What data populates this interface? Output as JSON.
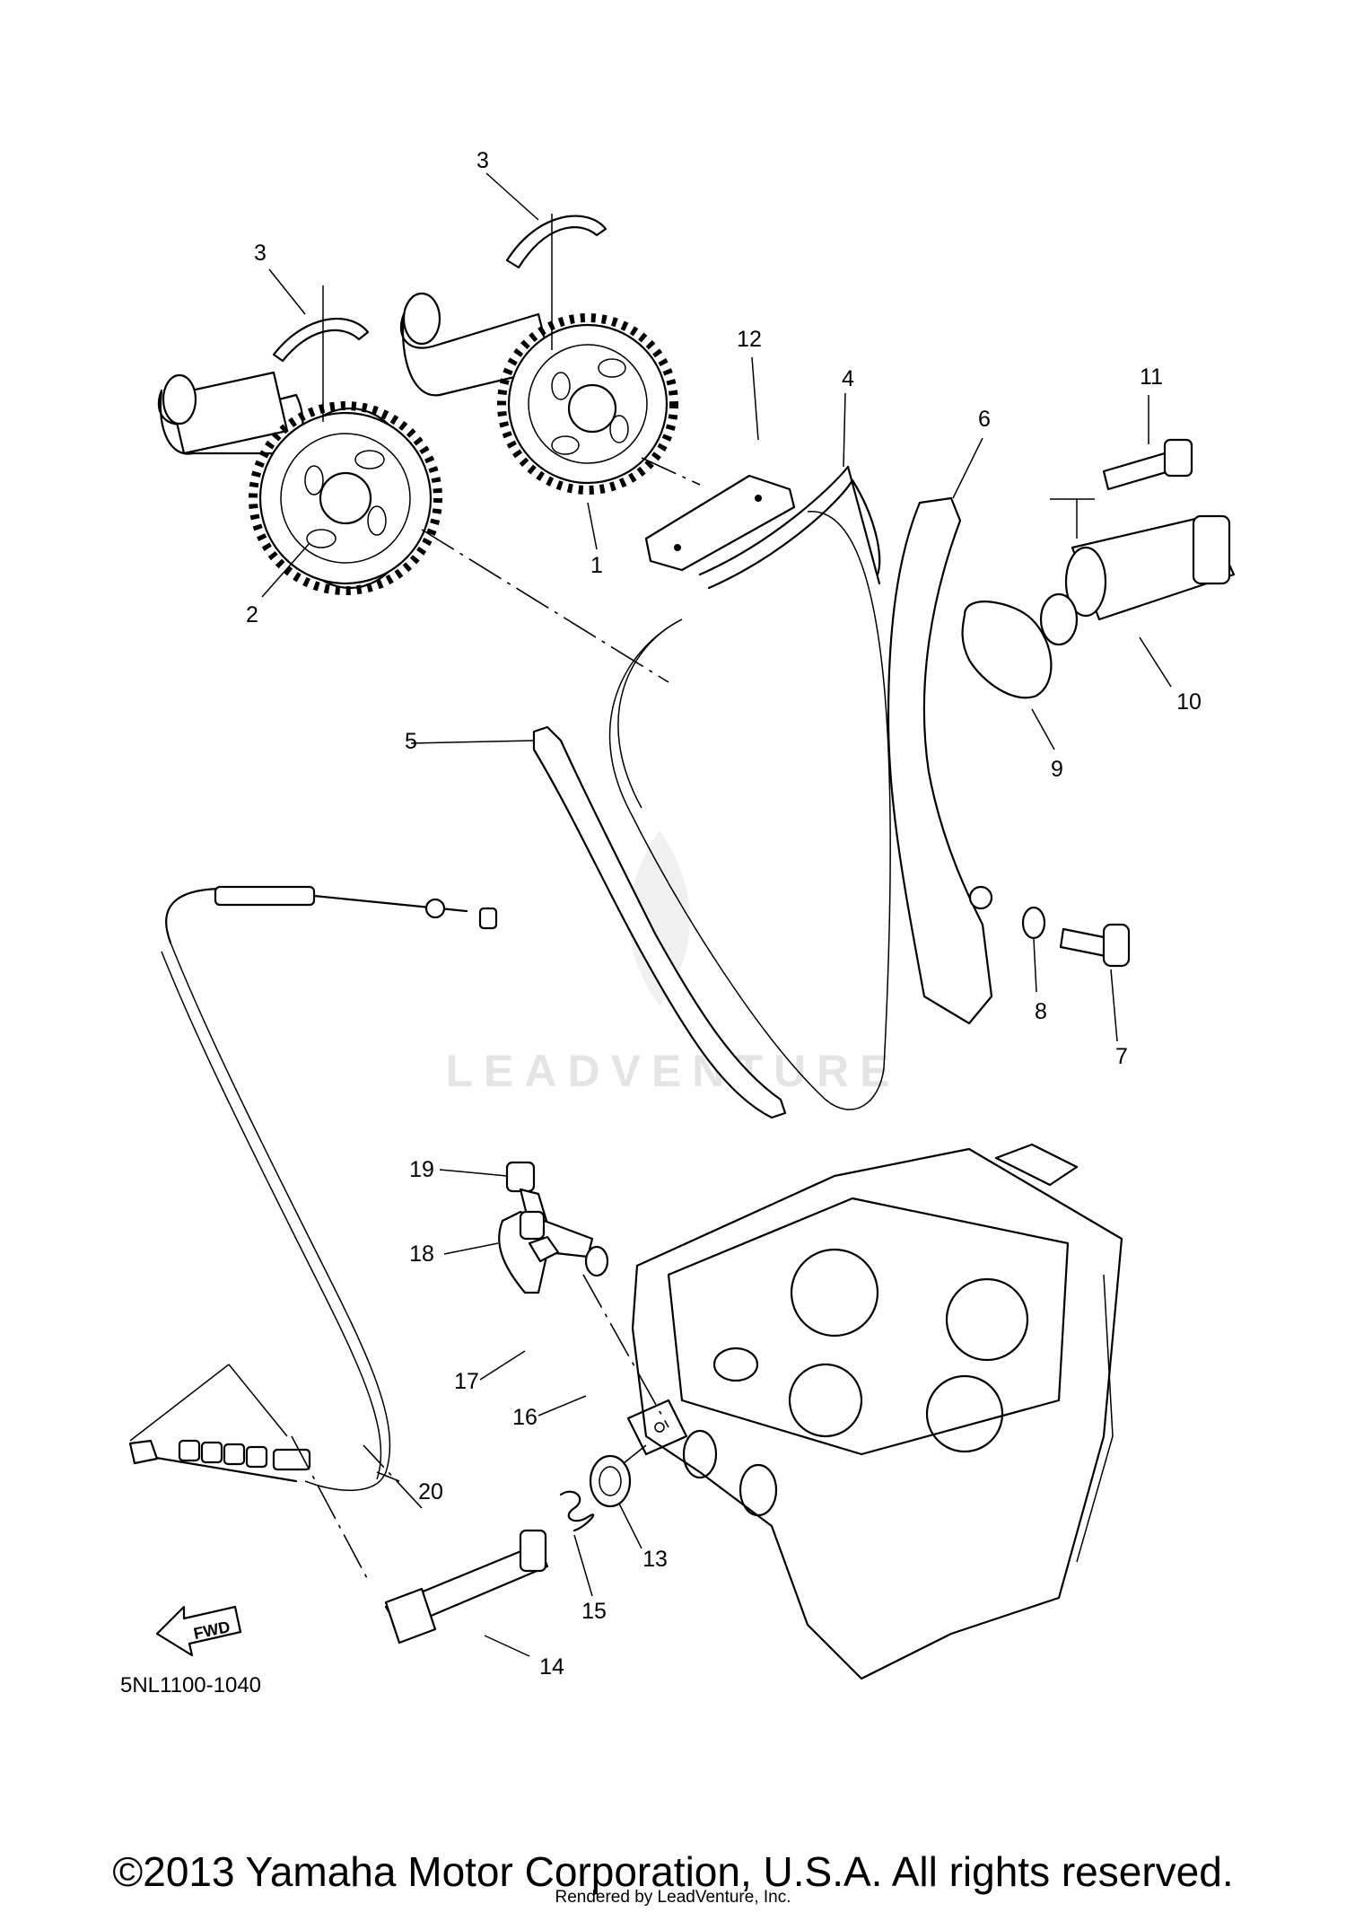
{
  "callouts": [
    {
      "id": "1",
      "label": "1"
    },
    {
      "id": "2",
      "label": "2"
    },
    {
      "id": "3a",
      "label": "3"
    },
    {
      "id": "3b",
      "label": "3"
    },
    {
      "id": "4",
      "label": "4"
    },
    {
      "id": "5",
      "label": "5"
    },
    {
      "id": "6",
      "label": "6"
    },
    {
      "id": "7",
      "label": "7"
    },
    {
      "id": "8",
      "label": "8"
    },
    {
      "id": "9",
      "label": "9"
    },
    {
      "id": "10",
      "label": "10"
    },
    {
      "id": "11",
      "label": "11"
    },
    {
      "id": "12",
      "label": "12"
    },
    {
      "id": "13",
      "label": "13"
    },
    {
      "id": "14",
      "label": "14"
    },
    {
      "id": "15",
      "label": "15"
    },
    {
      "id": "16",
      "label": "16"
    },
    {
      "id": "17",
      "label": "17"
    },
    {
      "id": "18",
      "label": "18"
    },
    {
      "id": "19",
      "label": "19"
    },
    {
      "id": "20",
      "label": "20"
    }
  ],
  "fwd_label": "FWD",
  "drawing_code": "5NL1100-1040",
  "watermark": "LEADVENTURE",
  "copyright": "©2013 Yamaha Motor Corporation, U.S.A. All rights reserved.",
  "rendered_by": "Rendered by LeadVenture, Inc."
}
